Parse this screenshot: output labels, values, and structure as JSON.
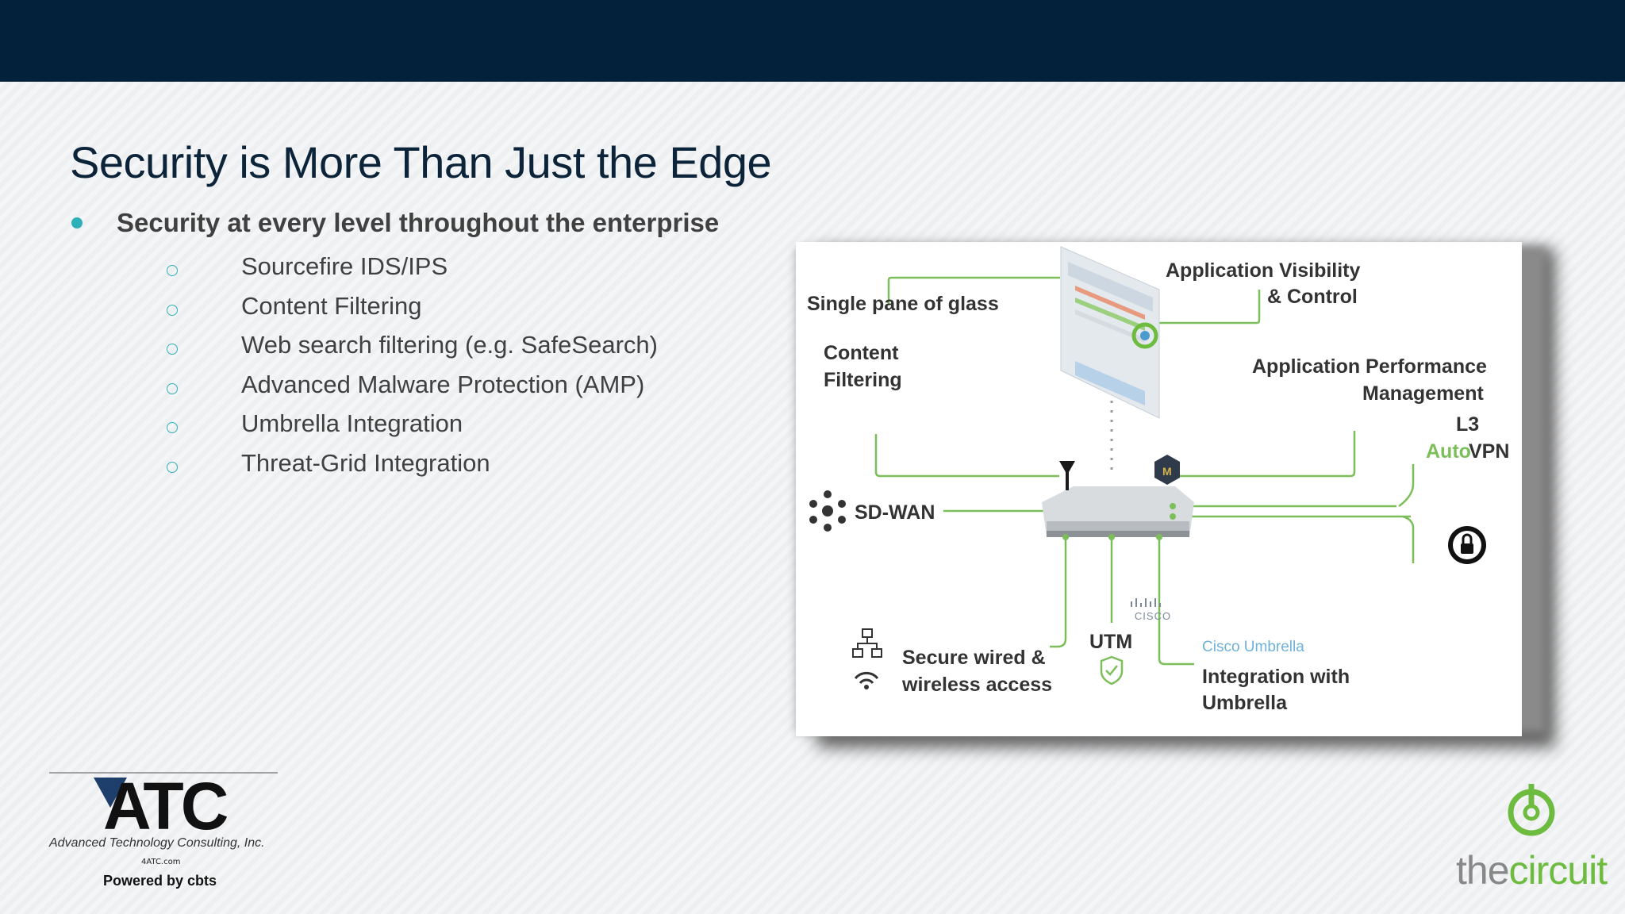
{
  "slide": {
    "title": "Security is More Than Just the Edge",
    "main_bullet": "Security at every level throughout the enterprise",
    "sub_bullets": [
      "Sourcefire IDS/IPS",
      "Content Filtering",
      "Web search filtering (e.g. SafeSearch)",
      "Advanced Malware Protection (AMP)",
      "Umbrella Integration",
      "Threat-Grid Integration"
    ]
  },
  "diagram": {
    "labels": {
      "single_pane": "Single pane of glass",
      "app_visibility_1": "Application Visibility",
      "app_visibility_2": "& Control",
      "content_filtering_1": "Content",
      "content_filtering_2": "Filtering",
      "app_perf_1": "Application Performance",
      "app_perf_2": "Management",
      "l3": "L3",
      "auto": "Auto",
      "vpn": "VPN",
      "sdwan": "SD-WAN",
      "secure_1": "Secure wired &",
      "secure_2": "wireless access",
      "utm": "UTM",
      "cisco": "CISCO",
      "cisco_umbrella": "Cisco Umbrella",
      "integration_1": "Integration with",
      "integration_2": "Umbrella"
    },
    "colors": {
      "line": "#7cbf5a",
      "text": "#333333",
      "umbrella_blue": "#6fb2d9"
    }
  },
  "logos": {
    "atc": {
      "word": "ATC",
      "tagline": "Advanced Technology Consulting, Inc.",
      "url": "4ATC.com",
      "powered": "Powered by cbts"
    },
    "circuit": {
      "the": "the",
      "circuit": "circuit"
    }
  },
  "colors": {
    "topbar": "#03213a",
    "title": "#0c2439",
    "bullet": "#2eb0b8",
    "circuit_green": "#6dbb3f"
  }
}
